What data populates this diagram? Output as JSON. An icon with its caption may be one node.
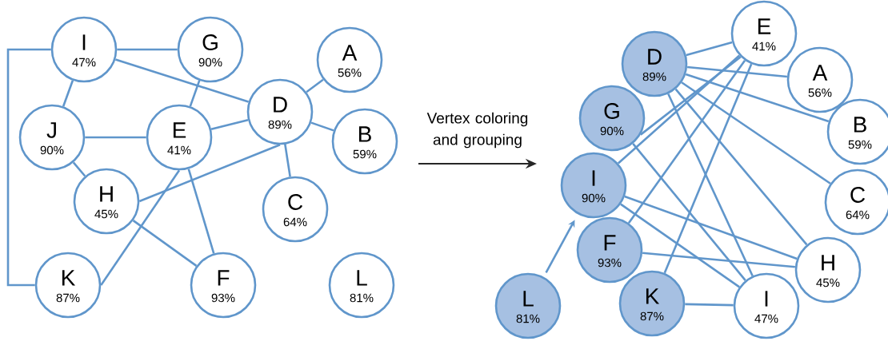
{
  "diagram": {
    "nodes": [
      {
        "text": [
          "I",
          "47%"
        ]
      },
      {
        "text": [
          "G",
          "90%"
        ]
      },
      {
        "text": [
          "A",
          "56%"
        ]
      },
      {
        "text": [
          "J",
          "90%"
        ]
      },
      {
        "text": [
          "E",
          "41%"
        ]
      },
      {
        "text": [
          "D",
          "89%"
        ]
      },
      {
        "text": [
          "B",
          "59%"
        ]
      },
      {
        "text": [
          "H",
          "45%"
        ]
      },
      {
        "text": [
          "C",
          "64%"
        ]
      },
      {
        "text": [
          "K",
          "87%"
        ]
      },
      {
        "text": [
          "F",
          "93%"
        ]
      },
      {
        "text": [
          "L",
          "81%"
        ]
      },
      {
        "text": [
          "E",
          "41%"
        ]
      },
      {
        "text": [
          "D",
          "89%"
        ]
      },
      {
        "text": [
          "A",
          "56%"
        ]
      },
      {
        "text": [
          "G",
          "90%"
        ]
      },
      {
        "text": [
          "B",
          "59%"
        ]
      },
      {
        "text": [
          "I",
          "90%"
        ]
      },
      {
        "text": [
          "C",
          "64%"
        ]
      },
      {
        "text": [
          "F",
          "93%"
        ]
      },
      {
        "text": [
          "H",
          "45%"
        ]
      },
      {
        "text": [
          "L",
          "81%"
        ]
      },
      {
        "text": [
          "K",
          "87%"
        ]
      },
      {
        "text": [
          "I",
          "47%"
        ]
      }
    ],
    "edges": [
      {
        "from": 0,
        "to": 1,
        "arrow": "none"
      },
      {
        "from": 0,
        "to": 5,
        "arrow": "none"
      },
      {
        "from": 0,
        "to": 3,
        "arrow": "none"
      },
      {
        "from": 0,
        "to": 9,
        "arrow": "none"
      },
      {
        "from": 3,
        "to": 4,
        "arrow": "none"
      },
      {
        "from": 3,
        "to": 7,
        "arrow": "none"
      },
      {
        "from": 4,
        "to": 5,
        "arrow": "none"
      },
      {
        "from": 4,
        "to": 1,
        "arrow": "none"
      },
      {
        "from": 4,
        "to": 9,
        "arrow": "none"
      },
      {
        "from": 4,
        "to": 10,
        "arrow": "none"
      },
      {
        "from": 7,
        "to": 5,
        "arrow": "none"
      },
      {
        "from": 7,
        "to": 10,
        "arrow": "none"
      },
      {
        "from": 5,
        "to": 2,
        "arrow": "none"
      },
      {
        "from": 5,
        "to": 6,
        "arrow": "none"
      },
      {
        "from": 5,
        "to": 8,
        "arrow": "none"
      },
      {
        "from": 13,
        "to": 12,
        "arrow": "none"
      },
      {
        "from": 13,
        "to": 14,
        "arrow": "none"
      },
      {
        "from": 13,
        "to": 16,
        "arrow": "none"
      },
      {
        "from": 13,
        "to": 18,
        "arrow": "none"
      },
      {
        "from": 13,
        "to": 20,
        "arrow": "none"
      },
      {
        "from": 13,
        "to": 23,
        "arrow": "none"
      },
      {
        "from": 15,
        "to": 12,
        "arrow": "none"
      },
      {
        "from": 15,
        "to": 23,
        "arrow": "none"
      },
      {
        "from": 17,
        "to": 12,
        "arrow": "none"
      },
      {
        "from": 17,
        "to": 20,
        "arrow": "none"
      },
      {
        "from": 17,
        "to": 23,
        "arrow": "none"
      },
      {
        "from": 19,
        "to": 12,
        "arrow": "none"
      },
      {
        "from": 19,
        "to": 20,
        "arrow": "none"
      },
      {
        "from": 22,
        "to": 12,
        "arrow": "none"
      },
      {
        "from": 22,
        "to": 23,
        "arrow": "none"
      },
      {
        "from": 21,
        "to": 17,
        "arrow": "to"
      }
    ],
    "labels": [
      "Vertex coloring and grouping"
    ]
  }
}
